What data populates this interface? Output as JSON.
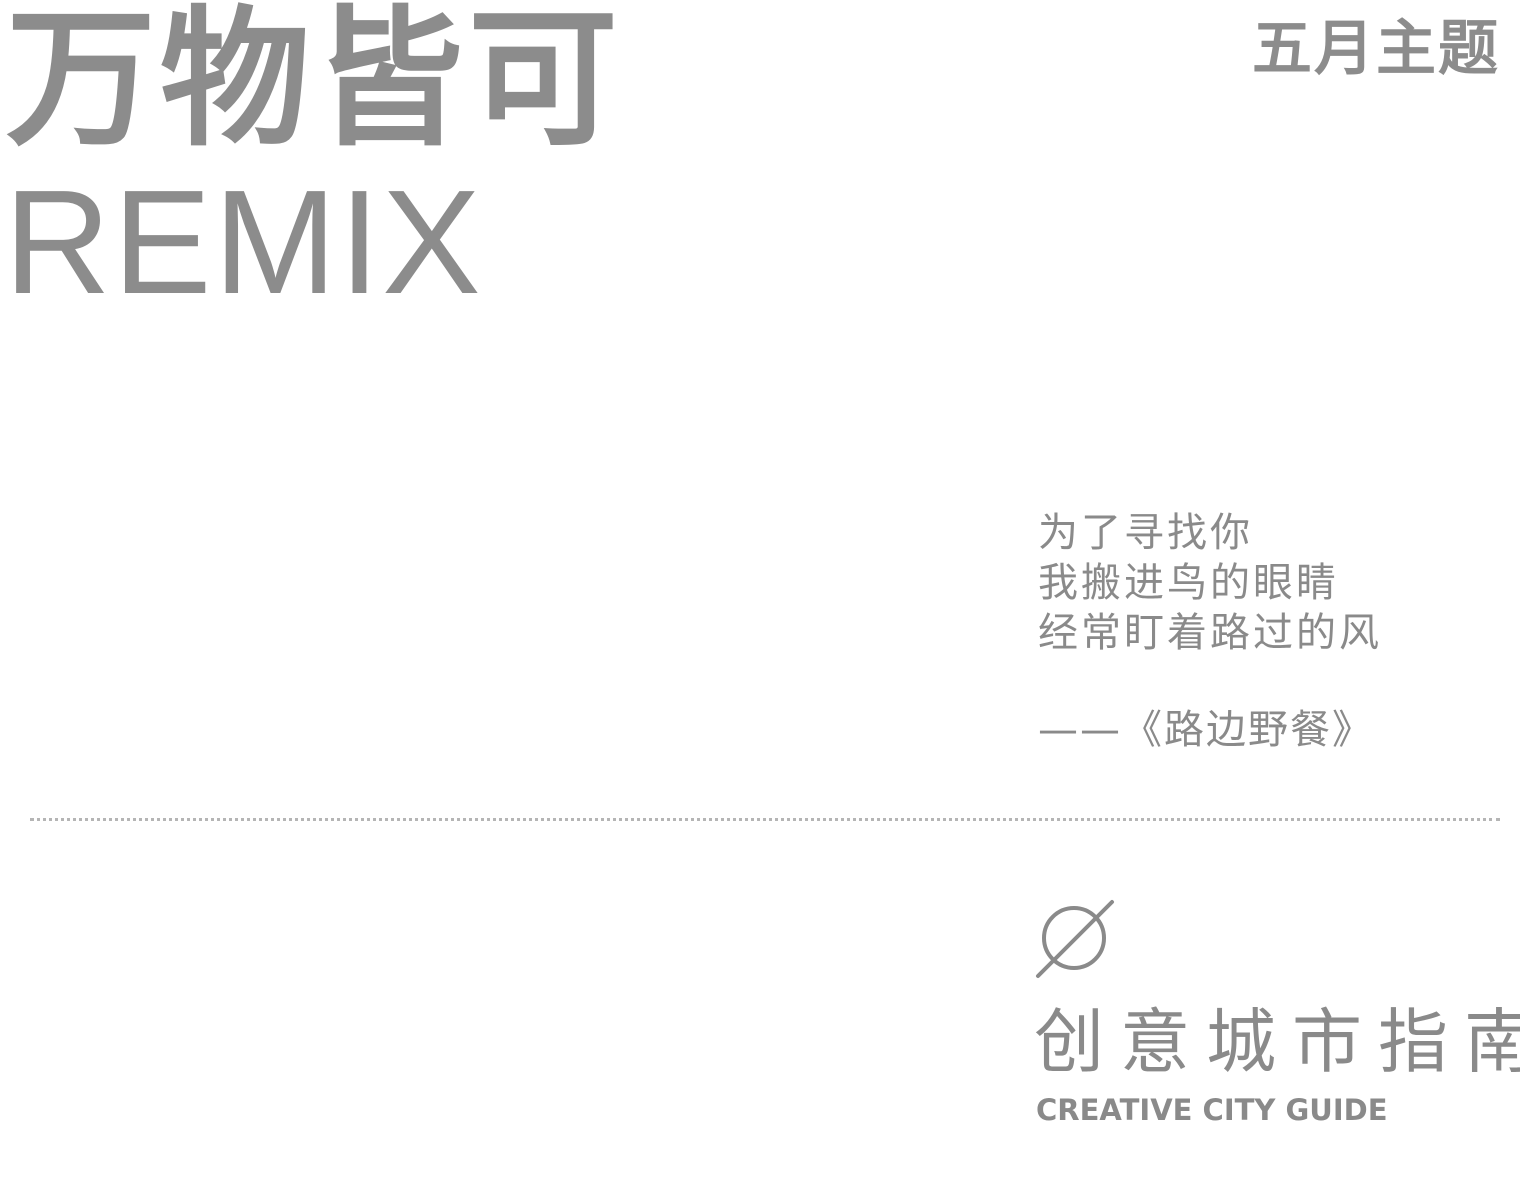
{
  "header": {
    "title_cn": "万物皆可",
    "title_en": "REMIX",
    "month_theme": "五月主题"
  },
  "poem": {
    "lines": [
      "为了寻找你",
      "我搬进鸟的眼睛",
      "经常盯着路过的风"
    ],
    "source": "——《路边野餐》"
  },
  "brand": {
    "logo_icon": "empty-set-icon",
    "name_cn": "创意城市指南",
    "name_en": "CREATIVE CITY GUIDE"
  },
  "colors": {
    "text": "#8a8a8a",
    "background": "#ffffff",
    "divider": "#b5b5b5"
  }
}
